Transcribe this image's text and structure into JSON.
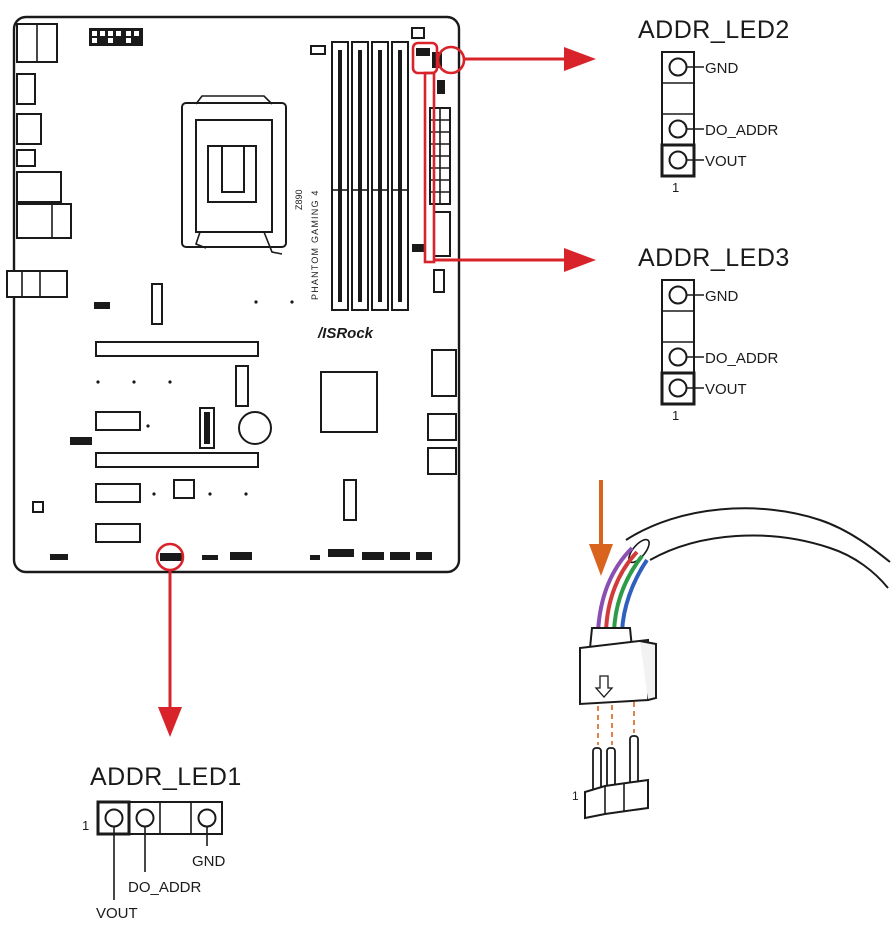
{
  "board": {
    "brand": "/ISRock",
    "model_line1": "Z890",
    "model_line2": "PHANTOM GAMING 4"
  },
  "headers": {
    "led2": {
      "title": "ADDR_LED2",
      "pins": [
        "GND",
        "DO_ADDR",
        "VOUT"
      ],
      "pin1_label": "1"
    },
    "led3": {
      "title": "ADDR_LED3",
      "pins": [
        "GND",
        "DO_ADDR",
        "VOUT"
      ],
      "pin1_label": "1"
    },
    "led1": {
      "title": "ADDR_LED1",
      "pin1_label": "1",
      "gnd": "GND",
      "do_addr": "DO_ADDR",
      "vout": "VOUT"
    }
  },
  "cable": {
    "pin1_label": "1"
  },
  "colors": {
    "callout": "#d8232a",
    "insert_arrow": "#d9641e",
    "wire_red": "#d33b3b",
    "wire_green": "#2e9b49",
    "wire_blue": "#2f5fbf",
    "wire_purple": "#8a4fb3"
  }
}
